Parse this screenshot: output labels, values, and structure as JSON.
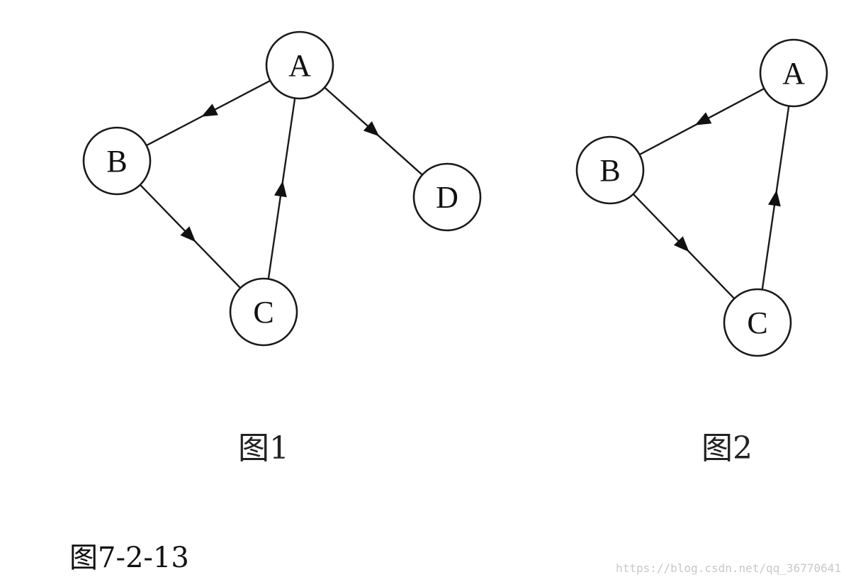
{
  "graphs": [
    {
      "id": "fig1",
      "caption": "图1",
      "nodes": [
        {
          "id": "A",
          "label": "A"
        },
        {
          "id": "B",
          "label": "B"
        },
        {
          "id": "C",
          "label": "C"
        },
        {
          "id": "D",
          "label": "D"
        }
      ],
      "edges": [
        {
          "from": "A",
          "to": "B",
          "directed": true
        },
        {
          "from": "B",
          "to": "C",
          "directed": true
        },
        {
          "from": "C",
          "to": "A",
          "directed": true
        },
        {
          "from": "A",
          "to": "D",
          "directed": true
        }
      ]
    },
    {
      "id": "fig2",
      "caption": "图2",
      "nodes": [
        {
          "id": "A",
          "label": "A"
        },
        {
          "id": "B",
          "label": "B"
        },
        {
          "id": "C",
          "label": "C"
        }
      ],
      "edges": [
        {
          "from": "A",
          "to": "B",
          "directed": true
        },
        {
          "from": "B",
          "to": "C",
          "directed": true
        },
        {
          "from": "C",
          "to": "A",
          "directed": true
        }
      ]
    }
  ],
  "figure_caption": "图7-2-13",
  "watermark": "https://blog.csdn.net/qq_36770641",
  "colors": {
    "stroke": "#1a1a1a",
    "background": "#ffffff",
    "watermark": "#c8c8c8"
  }
}
